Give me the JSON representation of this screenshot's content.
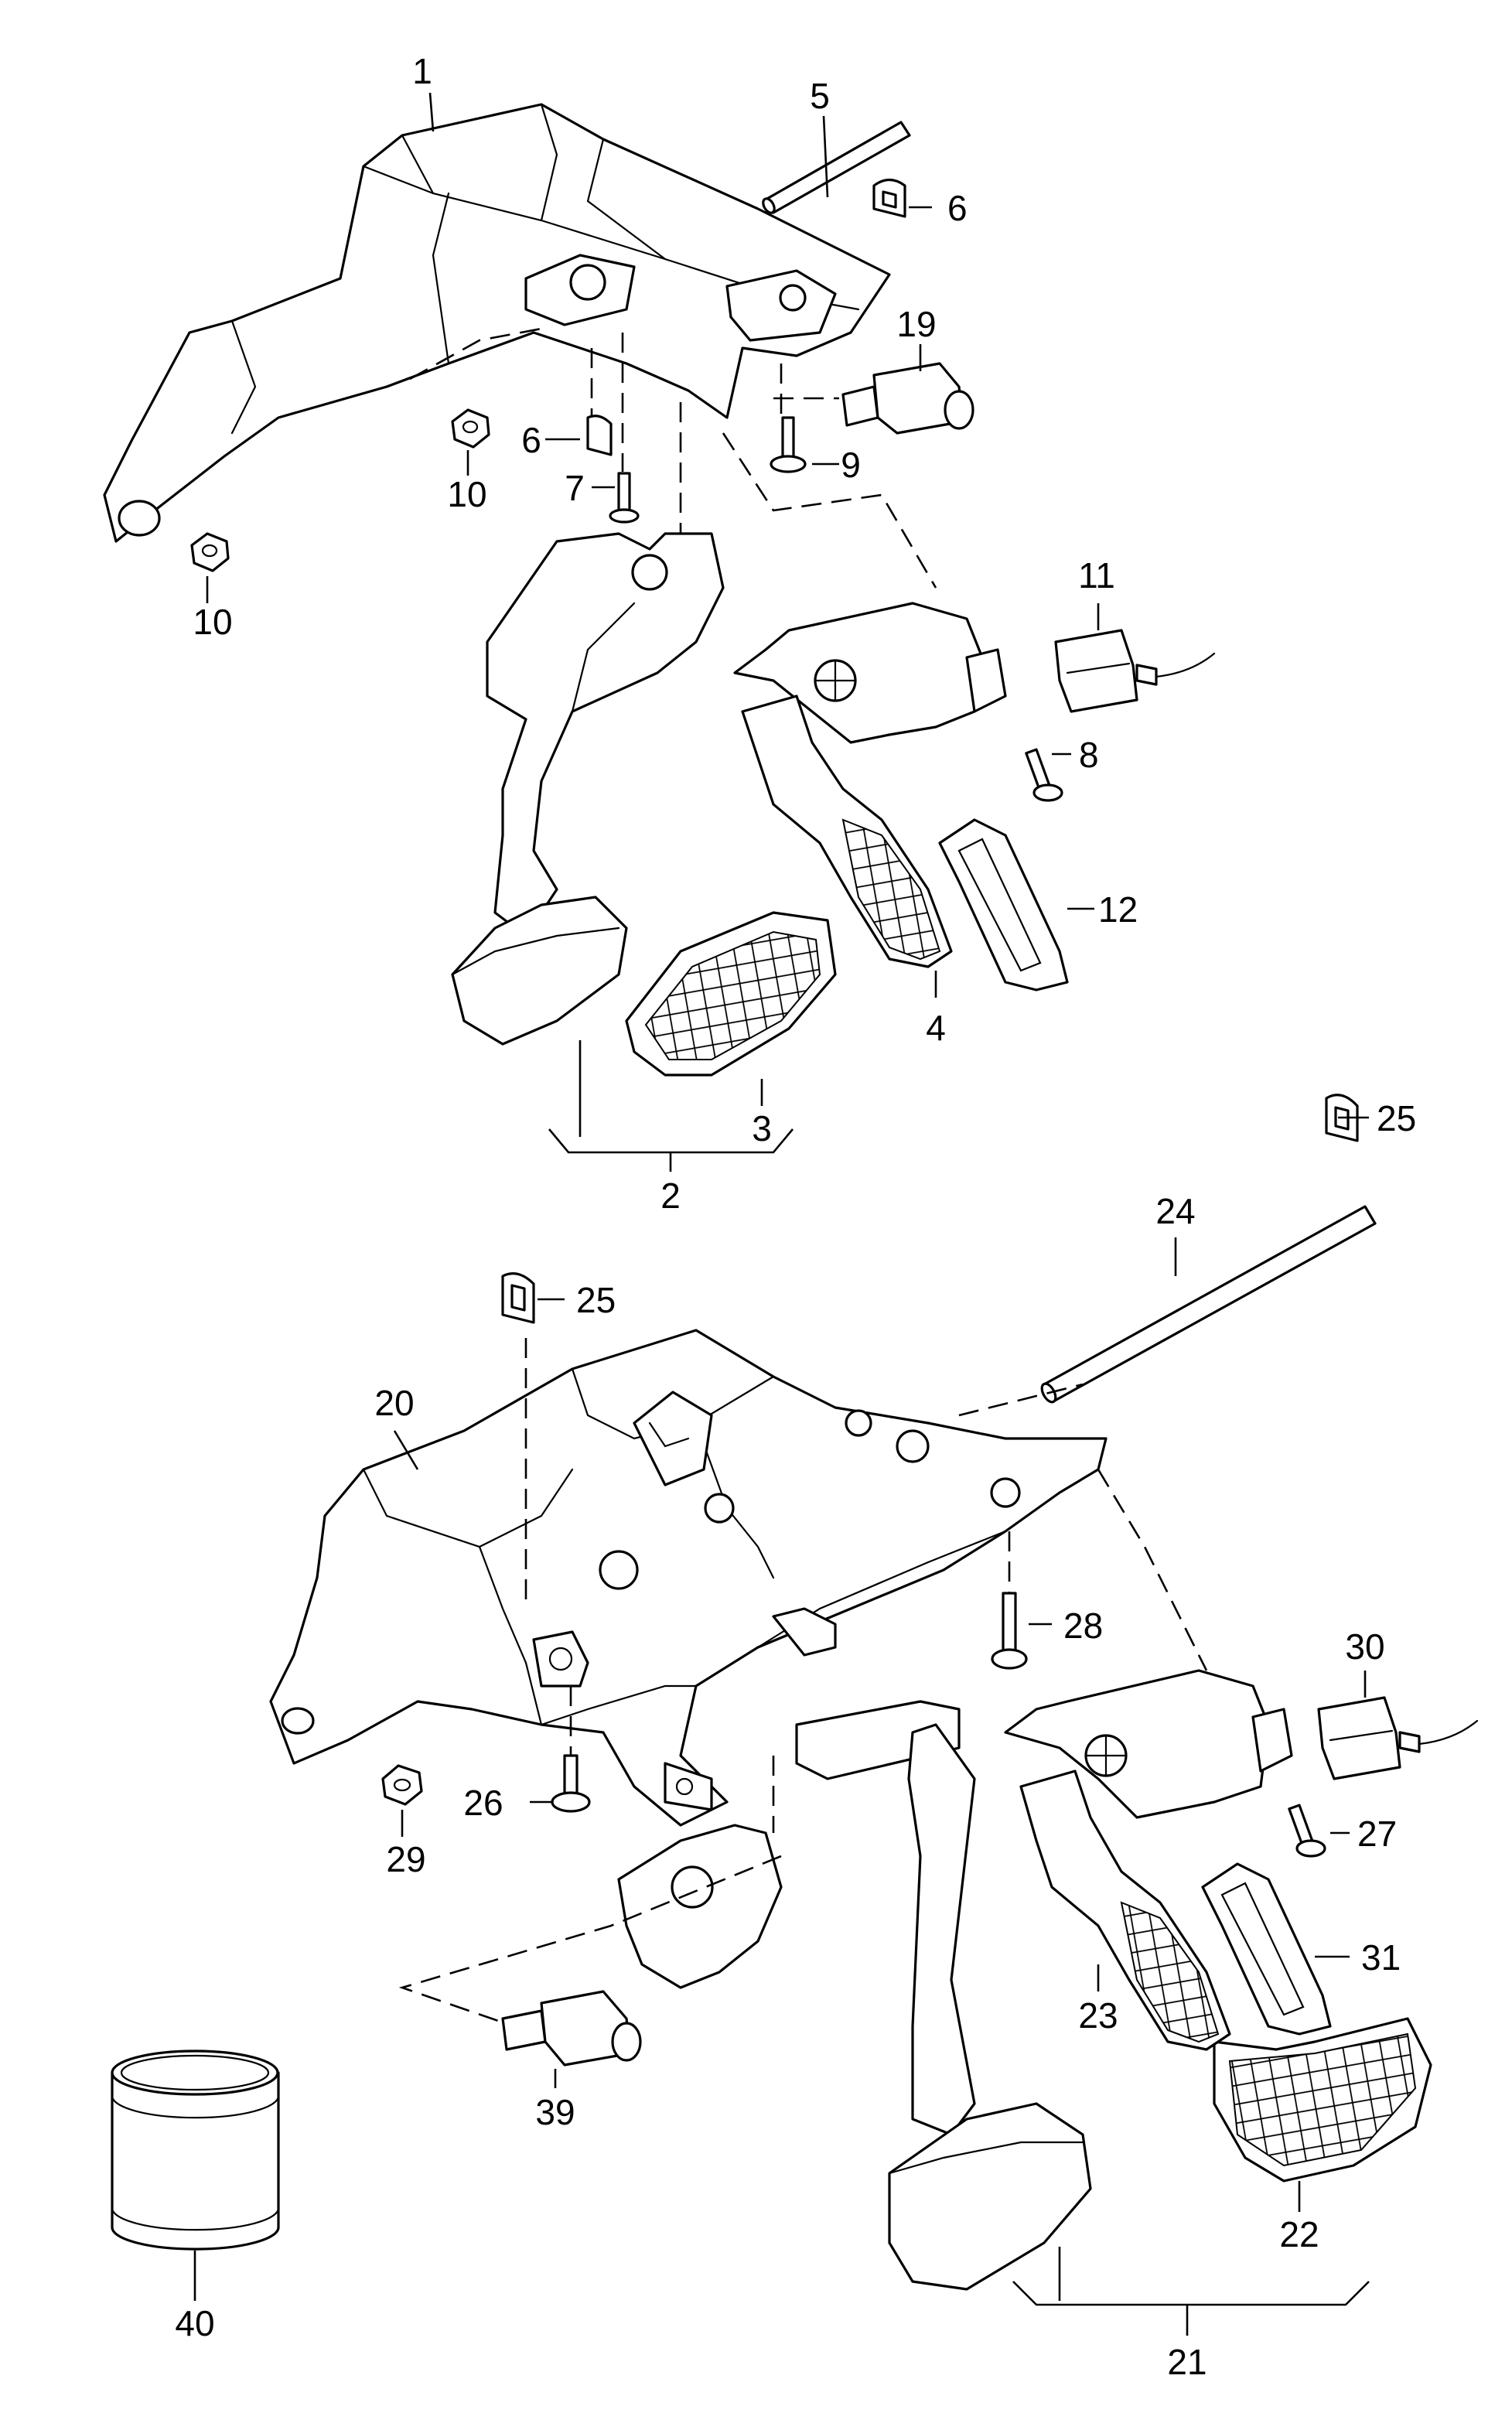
{
  "callouts": {
    "c1": "1",
    "c2": "2",
    "c3": "3",
    "c4": "4",
    "c5": "5",
    "c6a": "6",
    "c6b": "6",
    "c7": "7",
    "c8": "8",
    "c9": "9",
    "c10a": "10",
    "c10b": "10",
    "c11": "11",
    "c12": "12",
    "c19": "19",
    "c20": "20",
    "c21": "21",
    "c22": "22",
    "c23": "23",
    "c24": "24",
    "c25a": "25",
    "c25b": "25",
    "c26": "26",
    "c27": "27",
    "c28": "28",
    "c29": "29",
    "c30": "30",
    "c31": "31",
    "c39": "39",
    "c40": "40"
  }
}
